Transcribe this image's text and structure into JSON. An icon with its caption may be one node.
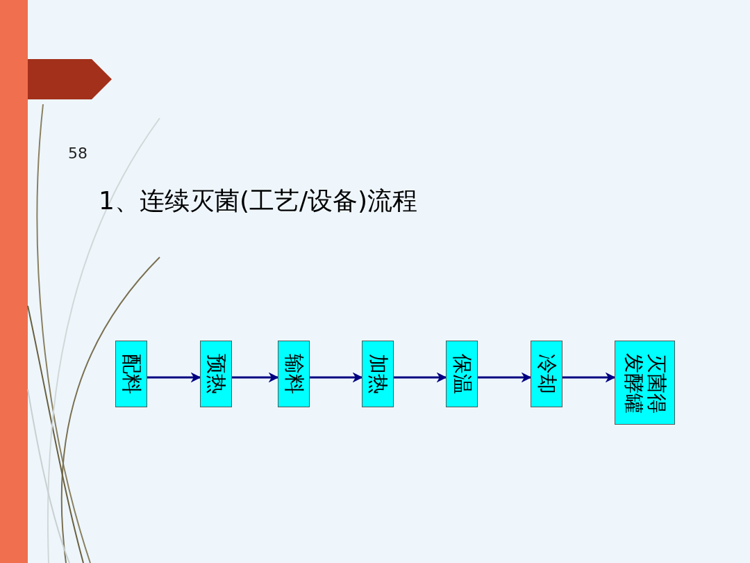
{
  "diagram": {
    "title": "1、连续灭菌(工艺/设备)流程",
    "nodes": [
      {
        "text": [
          "配料"
        ]
      },
      {
        "text": [
          "预热"
        ]
      },
      {
        "text": [
          "输料"
        ]
      },
      {
        "text": [
          "加热"
        ]
      },
      {
        "text": [
          "保温"
        ]
      },
      {
        "text": [
          "冷却"
        ]
      },
      {
        "text": [
          "灭菌得发酵罐"
        ]
      }
    ],
    "edges": [
      {
        "from": 0,
        "to": 1,
        "arrow": "to"
      },
      {
        "from": 1,
        "to": 2,
        "arrow": "to"
      },
      {
        "from": 2,
        "to": 3,
        "arrow": "to"
      },
      {
        "from": 3,
        "to": 4,
        "arrow": "to"
      },
      {
        "from": 4,
        "to": 5,
        "arrow": "to"
      },
      {
        "from": 5,
        "to": 6,
        "arrow": "to"
      }
    ],
    "labels": [
      "58"
    ]
  }
}
